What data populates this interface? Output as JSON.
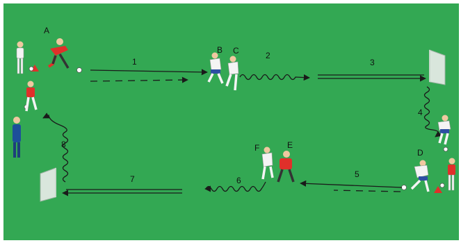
{
  "diagram": {
    "colors": {
      "pitch": "#33a853",
      "pitch_border": "#ffffff",
      "red_kit": "#e0302a",
      "white_kit": "#f4f4f4",
      "shorts_blue": "#2d4fa3",
      "coach_blue": "#1d4f9a",
      "line": "#1a1a1a",
      "goal": "#d9e6dc"
    },
    "players": [
      {
        "id": "A",
        "label": "A",
        "kit": "red"
      },
      {
        "id": "B",
        "label": "B",
        "kit": "white"
      },
      {
        "id": "C",
        "label": "C",
        "kit": "white"
      },
      {
        "id": "D",
        "label": "D",
        "kit": "white"
      },
      {
        "id": "E",
        "label": "E",
        "kit": "red"
      },
      {
        "id": "F",
        "label": "F",
        "kit": "white"
      }
    ],
    "steps": [
      {
        "number": "1",
        "type": "pass-and-run"
      },
      {
        "number": "2",
        "type": "dribble"
      },
      {
        "number": "3",
        "type": "shot"
      },
      {
        "number": "4",
        "type": "dribble"
      },
      {
        "number": "5",
        "type": "pass-and-run"
      },
      {
        "number": "6",
        "type": "dribble"
      },
      {
        "number": "7",
        "type": "shot"
      },
      {
        "number": "8",
        "type": "dribble"
      }
    ]
  }
}
